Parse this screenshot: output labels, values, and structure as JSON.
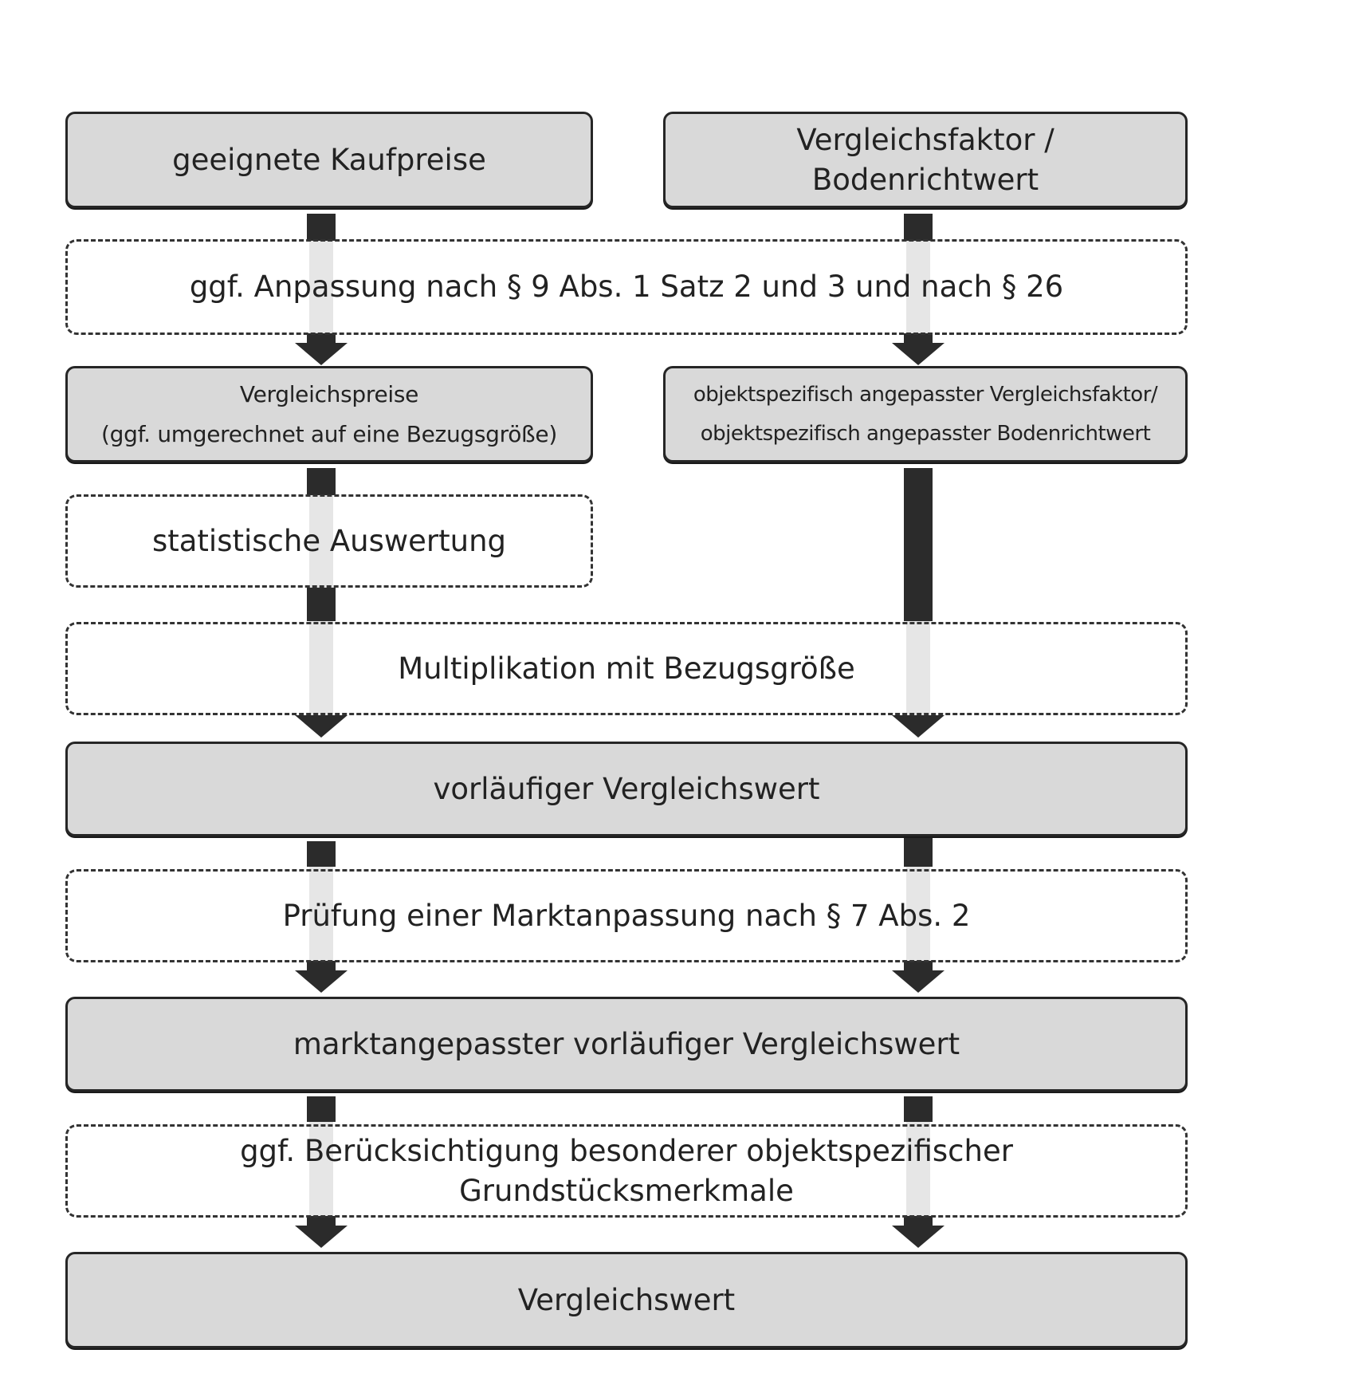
{
  "boxes": {
    "geeignete_kaufpreise": "geeignete Kaufpreise",
    "vergleichsfaktor_bodenrichtwert": [
      "Vergleichsfaktor /",
      "Bodenrichtwert"
    ],
    "anpassung": "ggf. Anpassung nach § 9 Abs. 1 Satz 2 und 3 und nach § 26",
    "vergleichspreise": [
      "Vergleichspreise",
      "(ggf. umgerechnet auf eine Bezugsgröße)"
    ],
    "objektspezifisch": [
      "objektspezifisch angepasster Vergleichsfaktor/",
      "objektspezifisch angepasster Bodenrichtwert"
    ],
    "statistische_auswertung": "statistische Auswertung",
    "multiplikation": "Multiplikation mit Bezugsgröße",
    "vorlaeufiger_vergleichswert": "vorläufiger Vergleichswert",
    "pruefung_marktanpassung": "Prüfung einer Marktanpassung nach § 7 Abs. 2",
    "marktangepasster_vergleichswert": "marktangepasster vorläufiger Vergleichswert",
    "beruecksichtigung": [
      "ggf. Berücksichtigung besonderer objektspezifischer",
      "Grundstücksmerkmale"
    ],
    "vergleichswert": "Vergleichswert"
  },
  "colors": {
    "box_fill": "#d9d9d9",
    "border": "#262626",
    "arrow_dark": "#2b2b2b",
    "arrow_light": "#e6e6e6"
  }
}
